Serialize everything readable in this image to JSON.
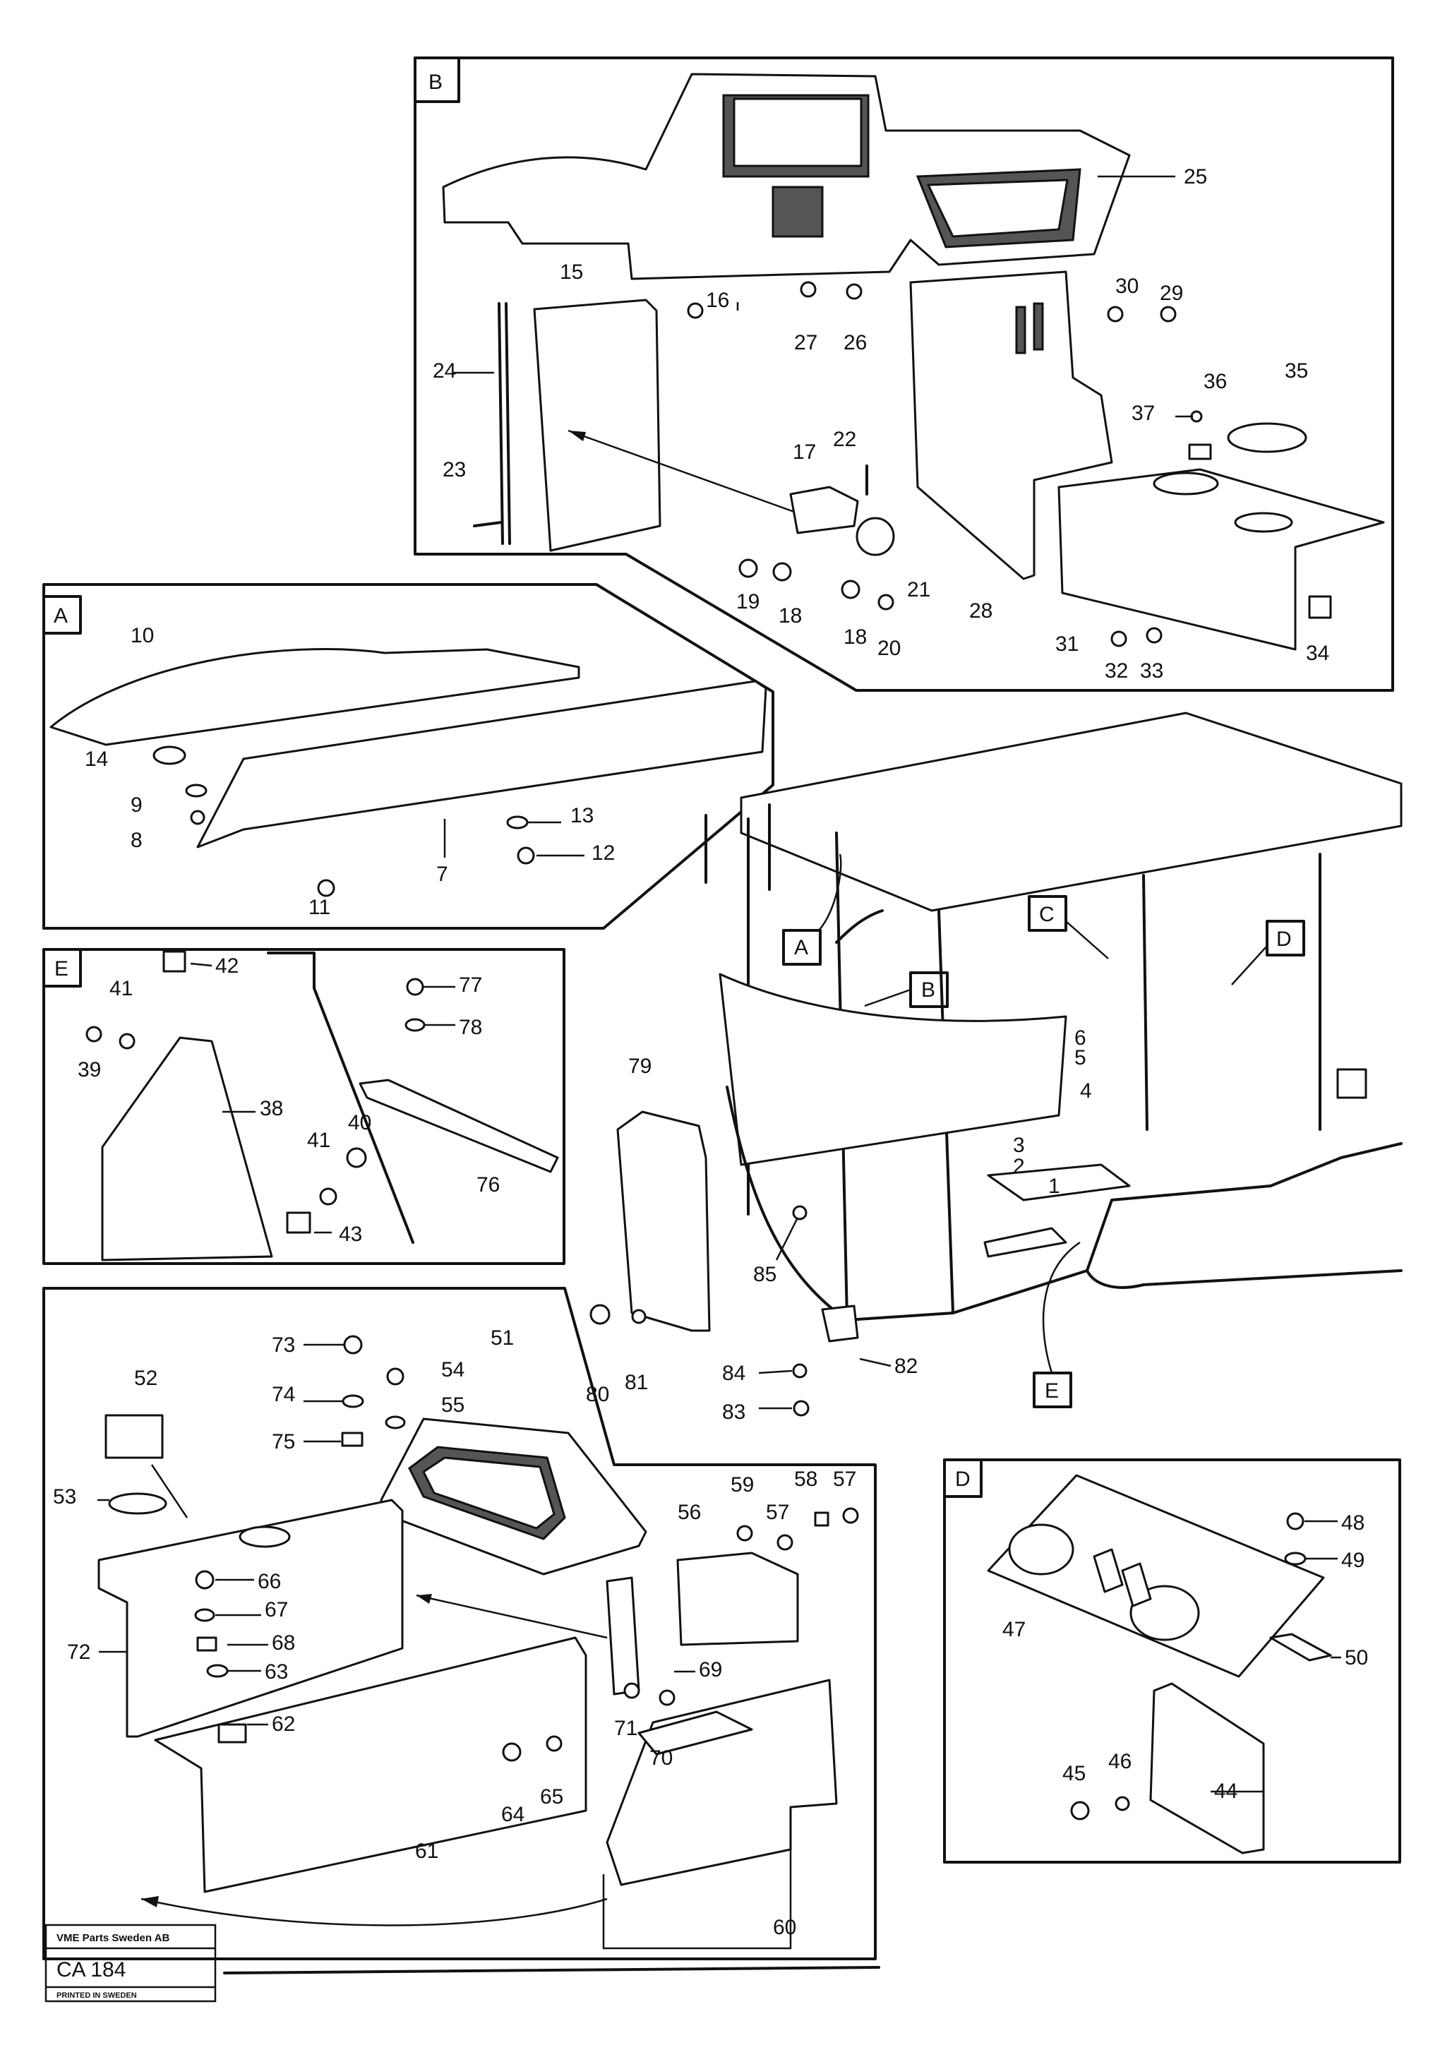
{
  "detail_views": [
    "A",
    "B",
    "C",
    "D",
    "E"
  ],
  "part_numbers": {
    "view_b": [
      "15",
      "16",
      "17",
      "18",
      "18",
      "19",
      "20",
      "21",
      "22",
      "23",
      "24",
      "25",
      "26",
      "27",
      "28",
      "29",
      "30",
      "31",
      "32",
      "33",
      "34",
      "35",
      "36",
      "37"
    ],
    "view_a": [
      "7",
      "8",
      "9",
      "10",
      "11",
      "12",
      "13",
      "14"
    ],
    "view_e": [
      "38",
      "39",
      "40",
      "41",
      "41",
      "42",
      "43",
      "76",
      "77",
      "78"
    ],
    "main": [
      "1",
      "2",
      "3",
      "4",
      "5",
      "6",
      "79",
      "80",
      "81",
      "82",
      "83",
      "84",
      "85"
    ],
    "view_d": [
      "44",
      "45",
      "46",
      "47",
      "48",
      "49",
      "50"
    ],
    "lower": [
      "51",
      "52",
      "53",
      "54",
      "55",
      "56",
      "57",
      "57",
      "58",
      "59",
      "60",
      "61",
      "62",
      "63",
      "64",
      "65",
      "66",
      "67",
      "68",
      "69",
      "70",
      "71",
      "72",
      "73",
      "74",
      "75"
    ]
  },
  "stamp": {
    "company": "VME Parts Sweden AB",
    "code": "CA 184",
    "printed": "PRINTED IN SWEDEN"
  }
}
